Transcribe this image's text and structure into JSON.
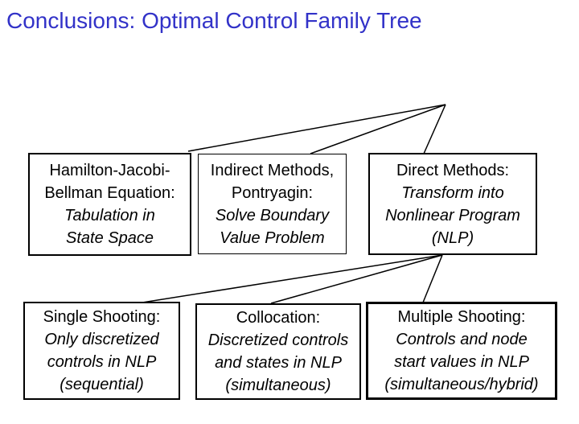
{
  "slide": {
    "title": "Conclusions: Optimal Control Family Tree",
    "title_color": "#3232C8",
    "background_color": "#ffffff",
    "line_color": "#000000"
  },
  "chart_data": {
    "type": "table",
    "title": "Optimal Control Family Tree",
    "structure": "two-level tree diagram",
    "root": "optimal-control (apex point, no label)",
    "edges": [
      [
        "root",
        "hamilton-jacobi-bellman"
      ],
      [
        "root",
        "indirect-methods"
      ],
      [
        "root",
        "direct-methods"
      ],
      [
        "direct-methods",
        "single-shooting"
      ],
      [
        "direct-methods",
        "collocation"
      ],
      [
        "direct-methods",
        "multiple-shooting"
      ]
    ]
  },
  "boxes": [
    {
      "id": "hamilton-jacobi-bellman",
      "lines": [
        {
          "text": "Hamilton-Jacobi-",
          "style": "roman"
        },
        {
          "text": "Bellman Equation:",
          "style": "roman"
        },
        {
          "text": "Tabulation in",
          "style": "italic"
        },
        {
          "text": "State Space",
          "style": "italic"
        }
      ]
    },
    {
      "id": "indirect-methods",
      "lines": [
        {
          "text": "Indirect Methods,",
          "style": "roman"
        },
        {
          "text": "Pontryagin:",
          "style": "roman"
        },
        {
          "text": "Solve Boundary",
          "style": "italic"
        },
        {
          "text": "Value Problem",
          "style": "italic"
        }
      ]
    },
    {
      "id": "direct-methods",
      "lines": [
        {
          "text": "Direct Methods:",
          "style": "roman"
        },
        {
          "text": "Transform into",
          "style": "italic"
        },
        {
          "text": "Nonlinear Program",
          "style": "italic"
        },
        {
          "text": "(NLP)",
          "style": "italic"
        }
      ]
    },
    {
      "id": "single-shooting",
      "lines": [
        {
          "text": "Single Shooting:",
          "style": "roman"
        },
        {
          "text": "Only discretized",
          "style": "italic"
        },
        {
          "text": "controls in NLP",
          "style": "italic"
        },
        {
          "text": "(sequential)",
          "style": "italic"
        }
      ]
    },
    {
      "id": "collocation",
      "lines": [
        {
          "text": "Collocation:",
          "style": "roman"
        },
        {
          "text": "Discretized controls",
          "style": "italic"
        },
        {
          "text": "and states in NLP",
          "style": "italic"
        },
        {
          "text": "(simultaneous)",
          "style": "italic"
        }
      ]
    },
    {
      "id": "multiple-shooting",
      "lines": [
        {
          "text": "Multiple Shooting:",
          "style": "roman"
        },
        {
          "text": "Controls and node",
          "style": "italic"
        },
        {
          "text": "start values in NLP",
          "style": "italic"
        },
        {
          "text": "(simultaneous/hybrid)",
          "style": "italic"
        }
      ]
    }
  ]
}
